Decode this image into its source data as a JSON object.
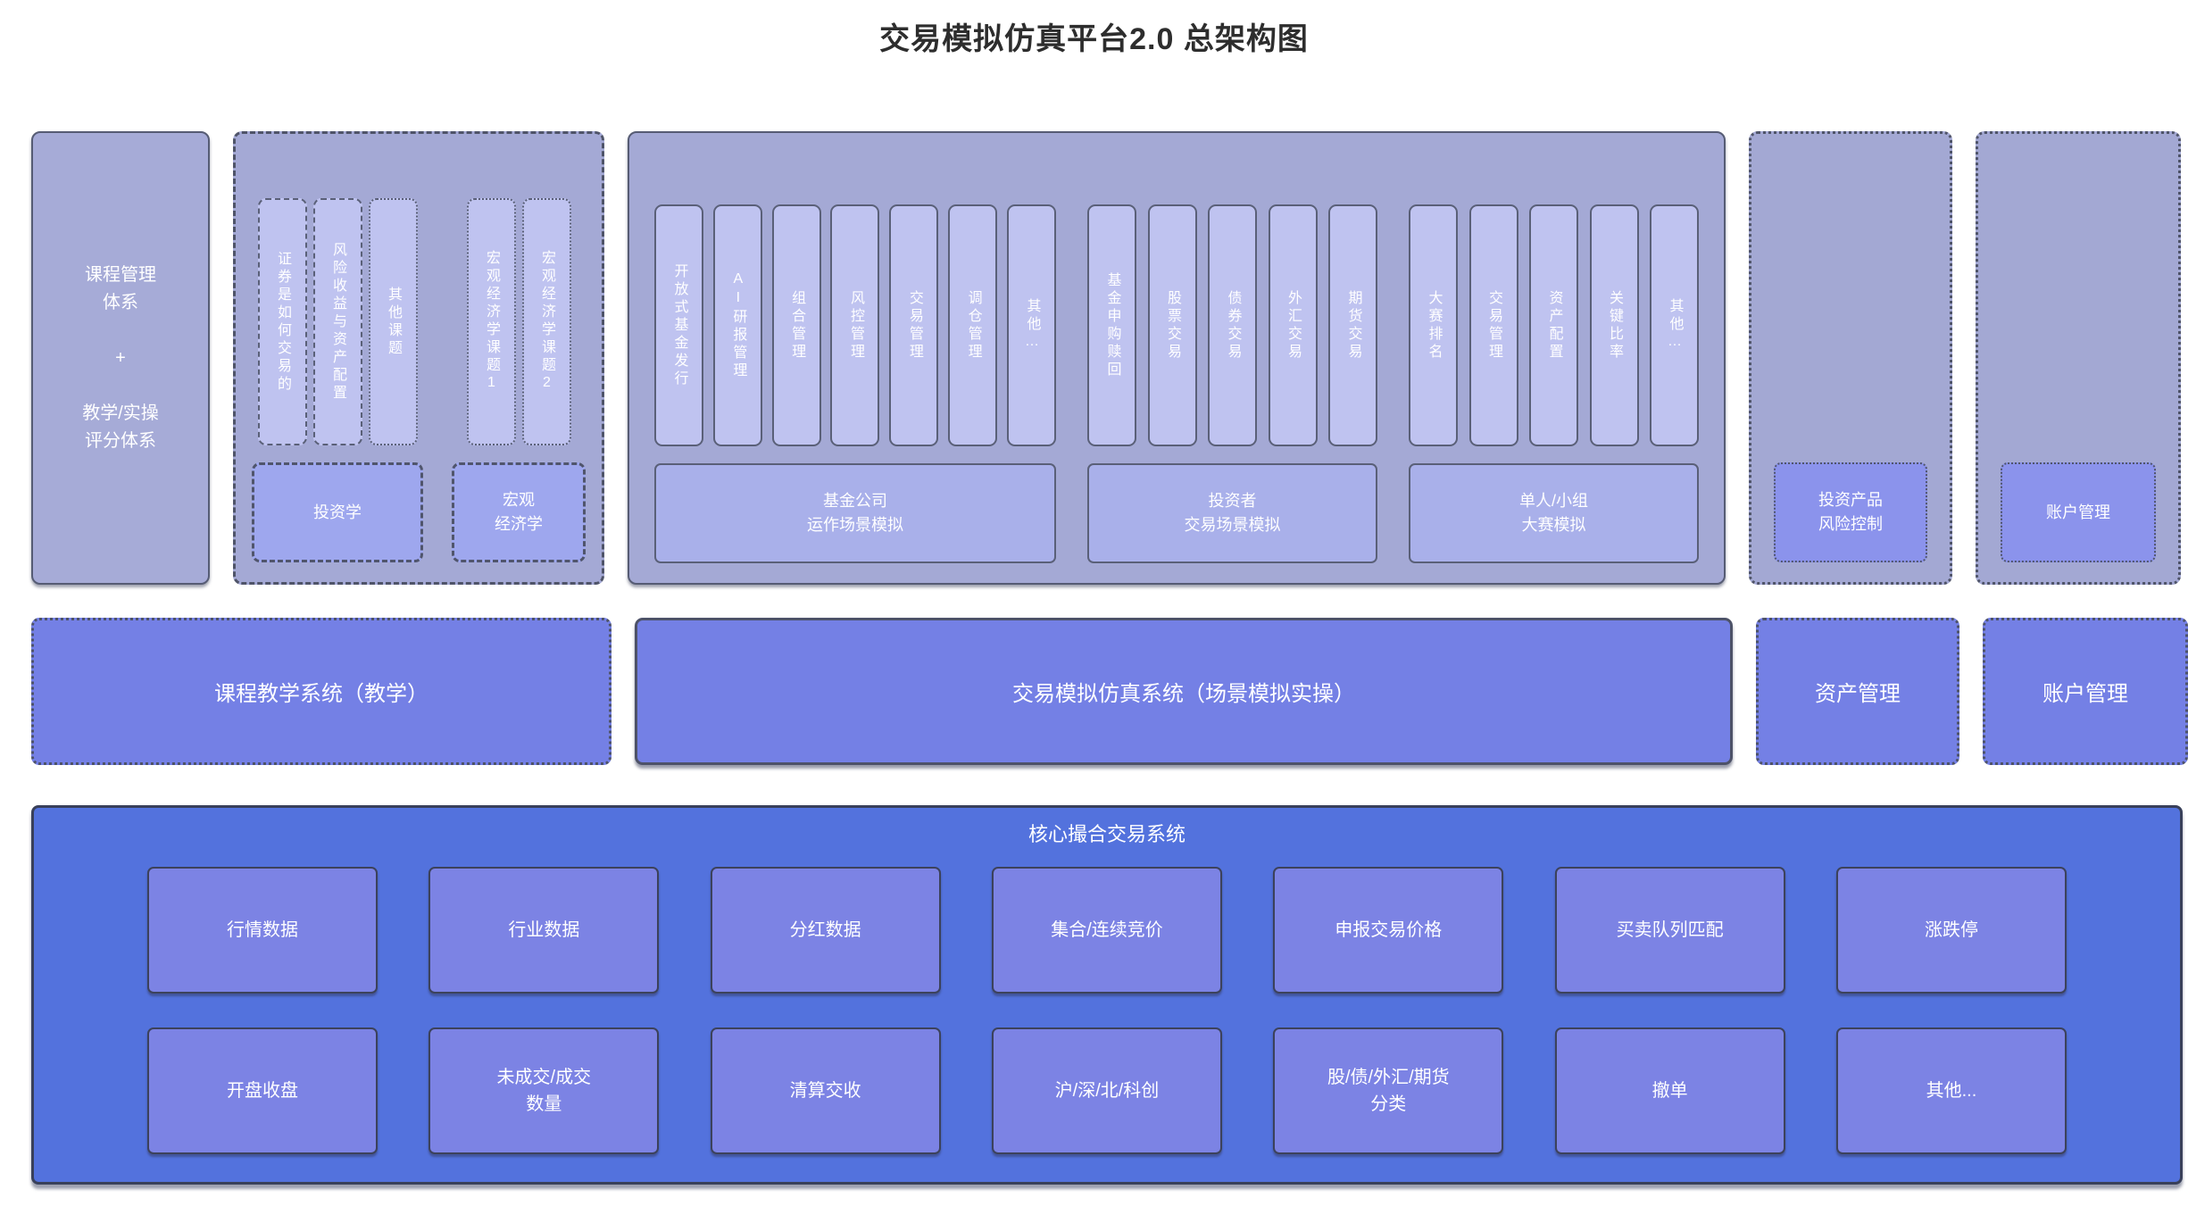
{
  "title": "交易模拟仿真平台2.0 总架构图",
  "colors": {
    "container_fill": "#a4a9d5",
    "column_fill": "#bfc3f0",
    "group_label_fill": "#a9b0ea",
    "course_label_fill": "#9ea7ee",
    "inner_label_fill": "#8b93ec",
    "system_row_fill": "#7480e5",
    "core_block_fill": "#5372dd",
    "core_cell_fill": "#7c83e4",
    "border_dark": "#4d5268",
    "text_light": "#ffffff",
    "title_text": "#2d2d2d"
  },
  "top_row": {
    "course_block": {
      "label": "课程管理\n体系\n\n+\n\n教学/实操\n评分体系"
    },
    "teaching_block": {
      "groups": [
        {
          "columns": [
            "证券是如何交易的",
            "风险收益与资产配置",
            "其他课题"
          ],
          "label": "投资学"
        },
        {
          "columns": [
            "宏观经济学课题1",
            "宏观经济学课题2"
          ],
          "label": "宏观\n经济学"
        }
      ]
    },
    "simulation_block": {
      "groups": [
        {
          "columns": [
            "开放式基金发行",
            "AI研报管理",
            "组合管理",
            "风控管理",
            "交易管理",
            "调仓管理",
            "其他…"
          ],
          "label": "基金公司\n运作场景模拟"
        },
        {
          "columns": [
            "基金申购赎回",
            "股票交易",
            "债券交易",
            "外汇交易",
            "期货交易"
          ],
          "label": "投资者\n交易场景模拟"
        },
        {
          "columns": [
            "大赛排名",
            "交易管理",
            "资产配置",
            "关键比率",
            "其他…"
          ],
          "label": "单人/小组\n大赛模拟"
        }
      ]
    },
    "risk_block": {
      "label": "投资产品\n风险控制"
    },
    "account_block": {
      "label": "账户管理"
    }
  },
  "middle_row": {
    "teaching_system": "课程教学系统（教学）",
    "simulation_system": "交易模拟仿真系统（场景模拟实操）",
    "asset_management": "资产管理",
    "account_management": "账户管理"
  },
  "bottom_block": {
    "title": "核心撮合交易系统",
    "cells_row1": [
      "行情数据",
      "行业数据",
      "分红数据",
      "集合/连续竞价",
      "申报交易价格",
      "买卖队列匹配",
      "涨跌停"
    ],
    "cells_row2": [
      "开盘收盘",
      "未成交/成交\n数量",
      "清算交收",
      "沪/深/北/科创",
      "股/债/外汇/期货\n分类",
      "撤单",
      "其他..."
    ]
  }
}
